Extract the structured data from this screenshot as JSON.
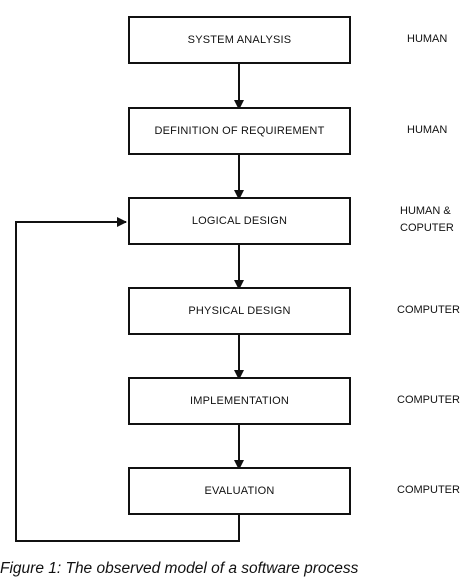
{
  "steps": [
    {
      "label": "SYSTEM ANALYSIS",
      "actor": "HUMAN"
    },
    {
      "label": "DEFINITION OF REQUIREMENT",
      "actor": "HUMAN"
    },
    {
      "label": "LOGICAL DESIGN",
      "actor": "HUMAN &\nCOPUTER"
    },
    {
      "label": "PHYSICAL DESIGN",
      "actor": "COMPUTER"
    },
    {
      "label": "IMPLEMENTATION",
      "actor": "COMPUTER"
    },
    {
      "label": "EVALUATION",
      "actor": "COMPUTER"
    }
  ],
  "caption": "Figure 1: The observed model of a software process"
}
